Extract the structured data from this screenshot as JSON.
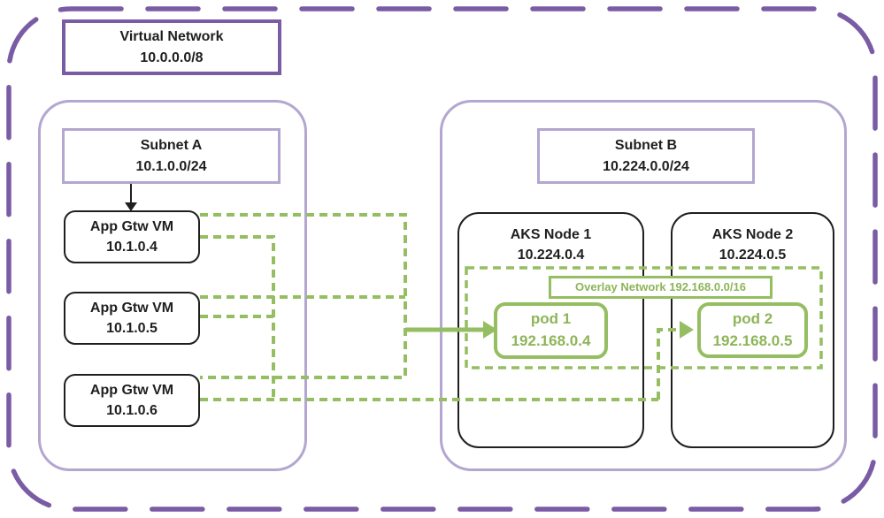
{
  "colors": {
    "purple_dark": "#7a5ca5",
    "purple_light": "#b3a6d0",
    "green": "#95be62",
    "ink": "#1f1f1f"
  },
  "virtual_network": {
    "name": "Virtual Network",
    "cidr": "10.0.0.0/8"
  },
  "subnet_a": {
    "name": "Subnet A",
    "cidr": "10.1.0.0/24",
    "vms": [
      {
        "name": "App Gtw VM",
        "ip": "10.1.0.4"
      },
      {
        "name": "App Gtw VM",
        "ip": "10.1.0.5"
      },
      {
        "name": "App Gtw VM",
        "ip": "10.1.0.6"
      }
    ]
  },
  "subnet_b": {
    "name": "Subnet B",
    "cidr": "10.224.0.0/24",
    "nodes": [
      {
        "name": "AKS Node 1",
        "ip": "10.224.0.4"
      },
      {
        "name": "AKS Node 2",
        "ip": "10.224.0.5"
      }
    ],
    "overlay": {
      "name": "Overlay Network 192.168.0.0/16",
      "pods": [
        {
          "name": "pod 1",
          "ip": "192.168.0.4"
        },
        {
          "name": "pod 2",
          "ip": "192.168.0.5"
        }
      ]
    }
  }
}
